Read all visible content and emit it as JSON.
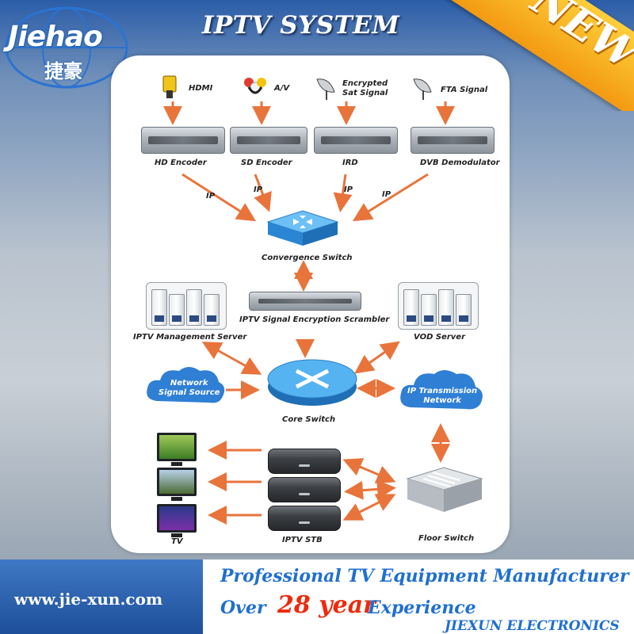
{
  "header": {
    "title": "IPTV SYSTEM",
    "logo_text": "Jiehao",
    "logo_cn": "捷豪",
    "registered_mark": "®",
    "ribbon_text": "NEW"
  },
  "inputs": [
    {
      "label": "HDMI",
      "icon": "hdmi-connector-icon"
    },
    {
      "label": "A/V",
      "icon": "av-cable-icon"
    },
    {
      "label": "Encrypted\nSat Signal",
      "icon": "satellite-dish-icon"
    },
    {
      "label": "FTA Signal",
      "icon": "satellite-dish-icon"
    }
  ],
  "encoders": [
    {
      "label": "HD Encoder"
    },
    {
      "label": "SD Encoder"
    },
    {
      "label": "IRD"
    },
    {
      "label": "DVB Demodulator"
    }
  ],
  "link_label": "IP",
  "nodes": {
    "convergence_switch": "Convergence Switch",
    "scrambler": "IPTV Signal  Encryption Scrambler",
    "management_server": "IPTV  Management Server",
    "vod_server": "VOD Server",
    "network_source": "Network\nSignal Source",
    "core_switch": "Core Switch",
    "transmission_network": "IP Transmission\nNetwork",
    "tv": "TV",
    "stb": "IPTV STB",
    "floor_switch": "Floor Switch"
  },
  "colors": {
    "arrow": "#e8743b",
    "switch_blue": "#3a9be8",
    "cloud_blue": "#2f7fd4"
  },
  "footer": {
    "url": "www.jie-xun.com",
    "line1": "Professional TV Equipment Manufacturer",
    "line2_prefix": "Over",
    "line2_years": "28 year",
    "line2_suffix": "Experience",
    "company": "JIEXUN ELECTRONICS"
  }
}
